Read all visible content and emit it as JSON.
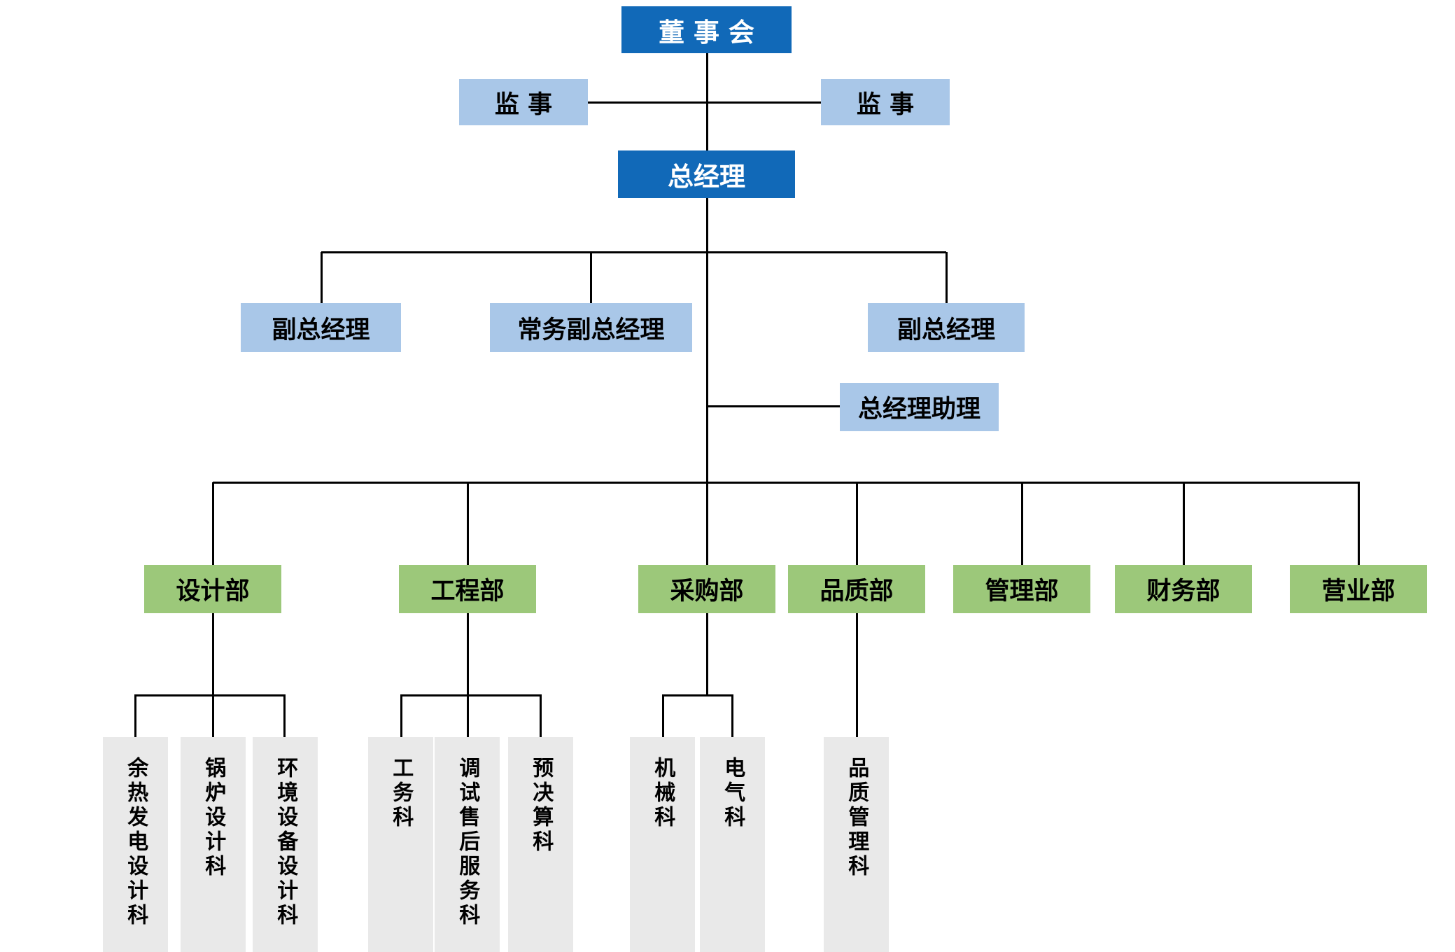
{
  "palette": {
    "executive_fill": "#1169b8",
    "executive_text": "#ffffff",
    "management_fill": "#a9c7e8",
    "department_fill": "#9cc87a",
    "section_fill": "#e9e9e9",
    "connector_color": "#000000",
    "background": "#ffffff"
  },
  "nodes": {
    "board": "董 事 会",
    "supervisor_left": "监 事",
    "supervisor_right": "监 事",
    "general_manager": "总经理",
    "deputy_gm_left": "副总经理",
    "executive_deputy_gm": "常务副总经理",
    "deputy_gm_right": "副总经理",
    "gm_assistant": "总经理助理"
  },
  "departments": [
    {
      "label": "设计部",
      "sections": [
        "余热发电设计科",
        "锅炉设计科",
        "环境设备设计科"
      ]
    },
    {
      "label": "工程部",
      "sections": [
        "工务科",
        "调试售后服务科",
        "预决算科"
      ]
    },
    {
      "label": "采购部",
      "sections": [
        "机械科",
        "电气科"
      ]
    },
    {
      "label": "品质部",
      "sections": [
        "品质管理科"
      ]
    },
    {
      "label": "管理部",
      "sections": []
    },
    {
      "label": "财务部",
      "sections": []
    },
    {
      "label": "营业部",
      "sections": []
    }
  ]
}
